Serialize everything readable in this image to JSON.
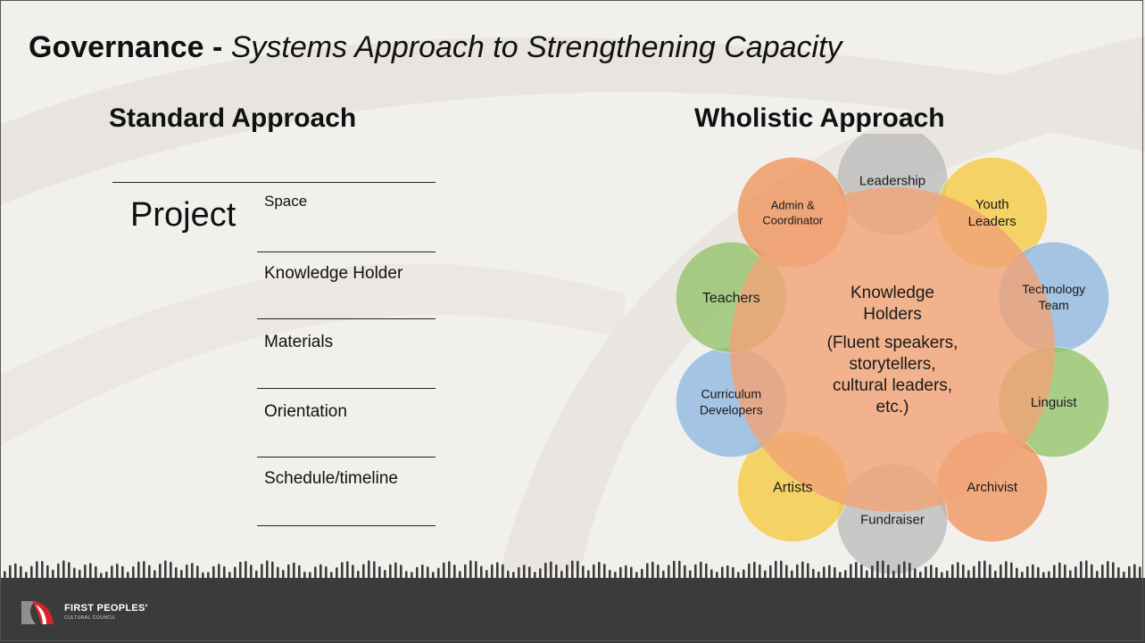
{
  "title": {
    "lead": "Governance - ",
    "sub": "Systems Approach to Strengthening Capacity"
  },
  "standard": {
    "heading": "Standard Approach",
    "project_label": "Project",
    "items": [
      "Space",
      "Knowledge Holder",
      "Materials",
      "Orientation",
      "Schedule/timeline"
    ]
  },
  "wholistic": {
    "heading": "Wholistic Approach",
    "center": {
      "line1": "Knowledge",
      "line2": "Holders",
      "line3": "(Fluent speakers,",
      "line4": "storytellers,",
      "line5": "cultural leaders,",
      "line6": "etc.)"
    },
    "nodes": [
      {
        "lines": [
          "Leadership"
        ],
        "color": "#bdbdbd"
      },
      {
        "lines": [
          "Youth",
          "Leaders"
        ],
        "color": "#f5c93f"
      },
      {
        "lines": [
          "Technology",
          "Team"
        ],
        "color": "#8fb6df"
      },
      {
        "lines": [
          "Linguist"
        ],
        "color": "#94c36a"
      },
      {
        "lines": [
          "Archivist"
        ],
        "color": "#ef955c"
      },
      {
        "lines": [
          "Fundraiser"
        ],
        "color": "#bdbdbd"
      },
      {
        "lines": [
          "Artists"
        ],
        "color": "#f5c93f"
      },
      {
        "lines": [
          "Curriculum",
          "Developers"
        ],
        "color": "#8fb6df"
      },
      {
        "lines": [
          "Teachers"
        ],
        "color": "#94c36a"
      },
      {
        "lines": [
          "Admin &",
          "Coordinator"
        ],
        "color": "#ef955c"
      }
    ],
    "center_color": "#f0a478"
  },
  "footer": {
    "org_name": "FIRST PEOPLES'",
    "org_sub": "CULTURAL COUNCIL",
    "band_color": "#3b3b3b"
  }
}
